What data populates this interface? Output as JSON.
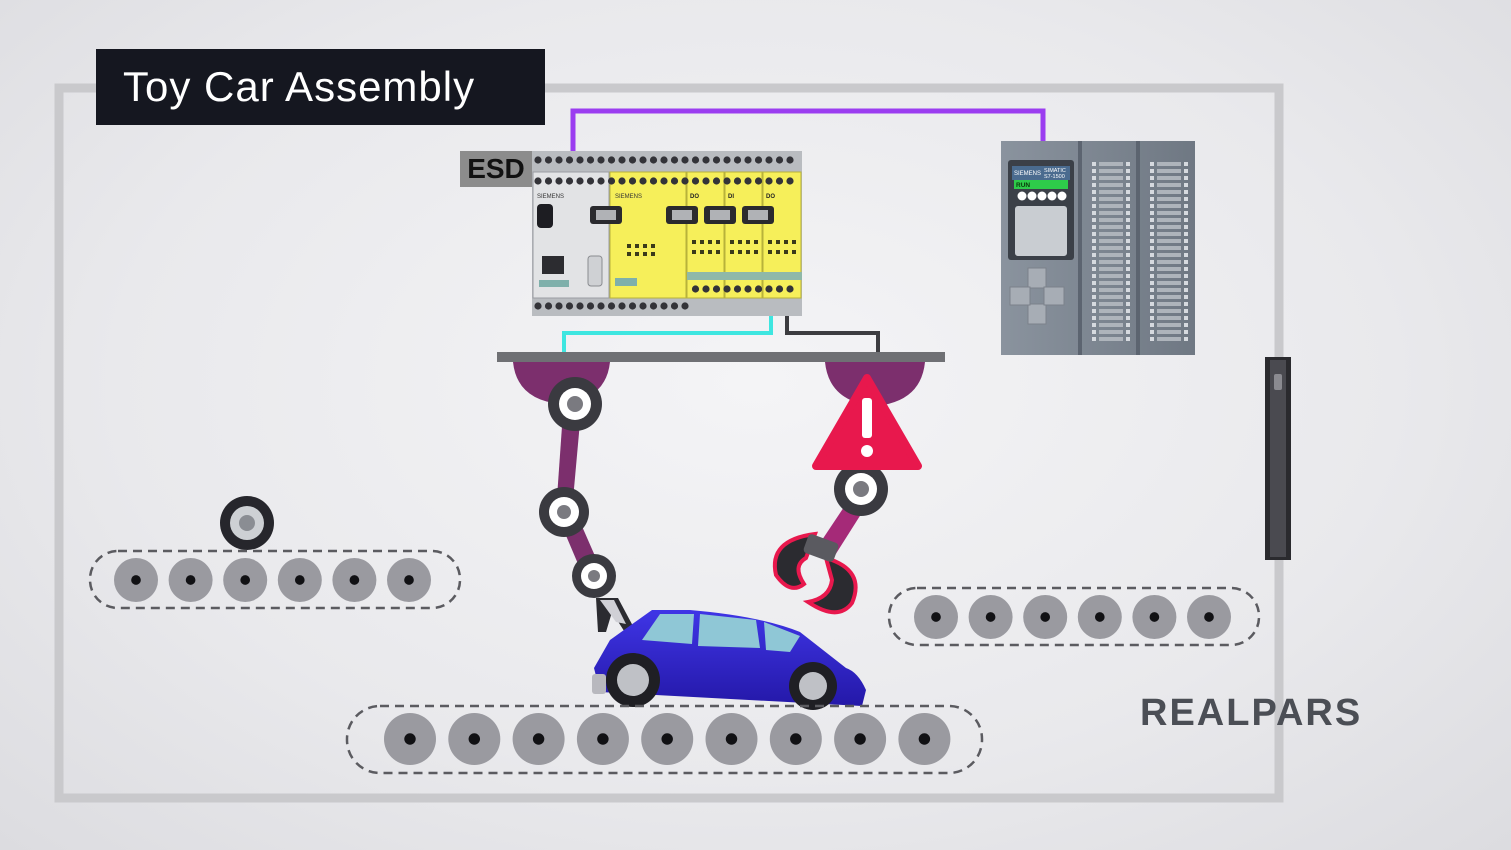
{
  "title": "Toy Car Assembly",
  "esd_label": "ESD",
  "brand": "REALPARS",
  "plc": {
    "brand": "SIEMENS",
    "model_line1": "SIMATIC",
    "model_line2": "S7-1500",
    "status": "RUN"
  },
  "esd_modules": {
    "brand": "SIEMENS",
    "labels": [
      "DO",
      "DI",
      "DO"
    ]
  },
  "icons": [
    "warning-icon",
    "gear-icon"
  ],
  "colors": {
    "profinet_cable": "#9b3df0",
    "safety_cable": "#3ee6e0",
    "esd_yellow": "#f6ef5a",
    "robot_arm": "#7c2f6d",
    "warning": "#e8184d",
    "car": "#3a2bd6",
    "title_bg": "#151720"
  }
}
